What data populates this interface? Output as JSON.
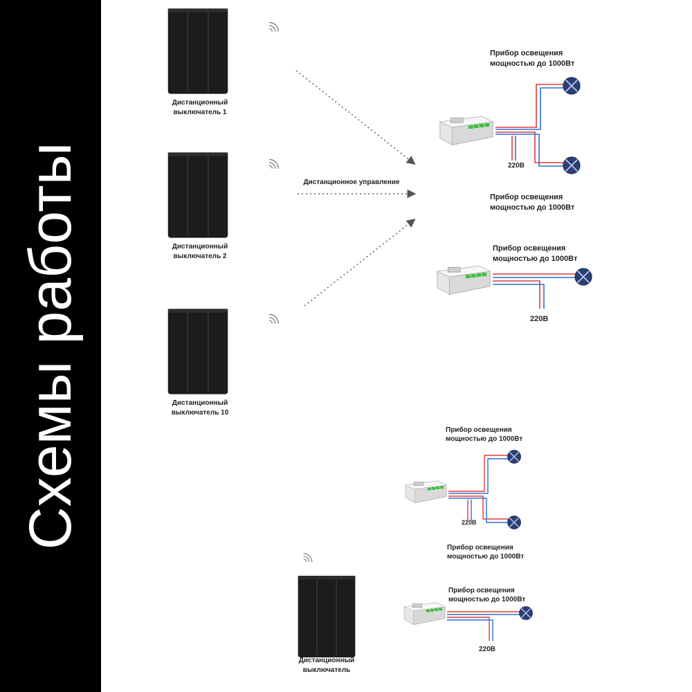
{
  "sidebar": {
    "title": "Схемы работы"
  },
  "colors": {
    "sidebar_bg": "#000000",
    "wire_red": "#e03a3a",
    "wire_blue": "#2f6fd6",
    "lamp": "#2c3f73",
    "switch": "#1c1c1c"
  },
  "switches": [
    {
      "line1": "Дистанционный",
      "line2": "выключатель 1"
    },
    {
      "line1": "Дистанционный",
      "line2": "выключатель 2"
    },
    {
      "line1": "Дистанционный",
      "line2": "выключатель 10"
    },
    {
      "line1": "Дистанционный",
      "line2": "выключатель"
    }
  ],
  "remote_control_label": "Дистанционное управление",
  "schemes": [
    {
      "lamp_label_1": "Прибор освещения",
      "lamp_label_2": "мощностью до 1000Вт",
      "extra_label_1": "Прибор освещения",
      "extra_label_2": "мощностью до 1000Вт",
      "voltage": "220В"
    },
    {
      "lamp_label_1": "Прибор освещения",
      "lamp_label_2": "мощностью до 1000Вт",
      "voltage": "220В"
    },
    {
      "lamp_label_1": "Прибор освещения",
      "lamp_label_2": "мощностью до 1000Вт",
      "extra_label_1": "Прибор освещения",
      "extra_label_2": "мощностью до 1000Вт",
      "voltage": "220В"
    },
    {
      "lamp_label_1": "Прибор освещения",
      "lamp_label_2": "мощностью до 1000Вт",
      "voltage": "220В"
    }
  ]
}
